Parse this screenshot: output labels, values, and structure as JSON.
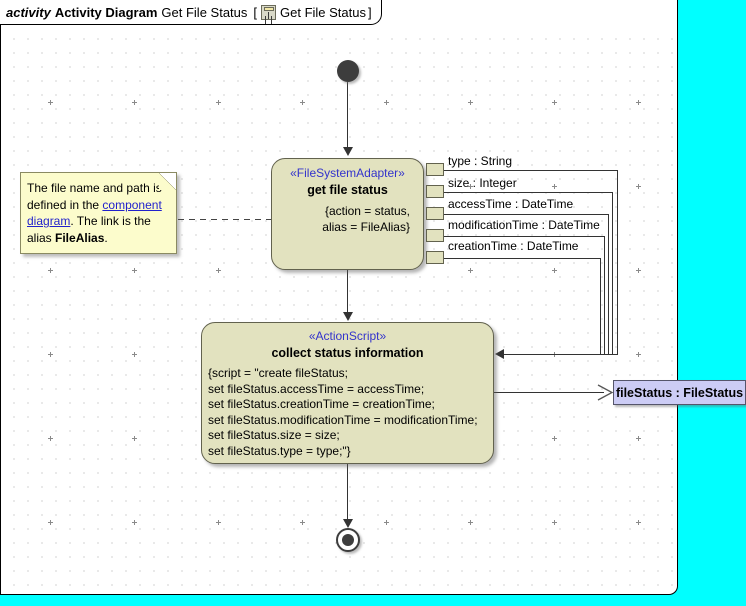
{
  "window": {
    "title_keyword": "activity",
    "diagram_type": "Activity Diagram",
    "diagram_name": "Get File Status",
    "bracket_open": "[",
    "bracket_close": "]",
    "frame_label": "Get File Status",
    "frame_icon": "activity-diagram-icon",
    "background_color": "#00ffff",
    "canvas_color": "#ffffff"
  },
  "nodes": {
    "start": {
      "name": "initial-node",
      "shape": "filled-circle",
      "color": "#3d3d3d"
    },
    "end": {
      "name": "activity-final-node",
      "shape": "bullseye",
      "color": "#3d3d3d"
    },
    "get_file_status": {
      "stereotype": "«FileSystemAdapter»",
      "name": "get file status",
      "body_line1": "{action = status,",
      "body_line2": "alias = FileAlias}",
      "fill": "#e2e2bf",
      "stereotype_color": "#3333cc"
    },
    "collect_status": {
      "stereotype": "«ActionScript»",
      "name": "collect status information",
      "script": [
        "{script = \"create fileStatus;",
        "set fileStatus.accessTime = accessTime;",
        "set fileStatus.creationTime = creationTime;",
        "set fileStatus.modificationTime = modificationTime;",
        "set fileStatus.size = size;",
        "set fileStatus.type = type;\"}"
      ],
      "fill": "#e2e2bf",
      "stereotype_color": "#3333cc"
    }
  },
  "pins": [
    {
      "label": "type : String"
    },
    {
      "label": "size : Integer"
    },
    {
      "label": "accessTime : DateTime"
    },
    {
      "label": "modificationTime : DateTime"
    },
    {
      "label": "creationTime : DateTime"
    }
  ],
  "note": {
    "text_part1": "The file name and path is",
    "text_part2": "defined in the ",
    "link_part1": "component",
    "link_part2": "diagram",
    "text_part3": ". The link is the",
    "text_part4": "alias ",
    "bold_text": "FileAlias",
    "text_part5": ".",
    "fill": "#fcfccc",
    "link_color": "#2222cc"
  },
  "object_node": {
    "label": "fileStatus : FileStatus",
    "fill": "#ccccf5"
  }
}
